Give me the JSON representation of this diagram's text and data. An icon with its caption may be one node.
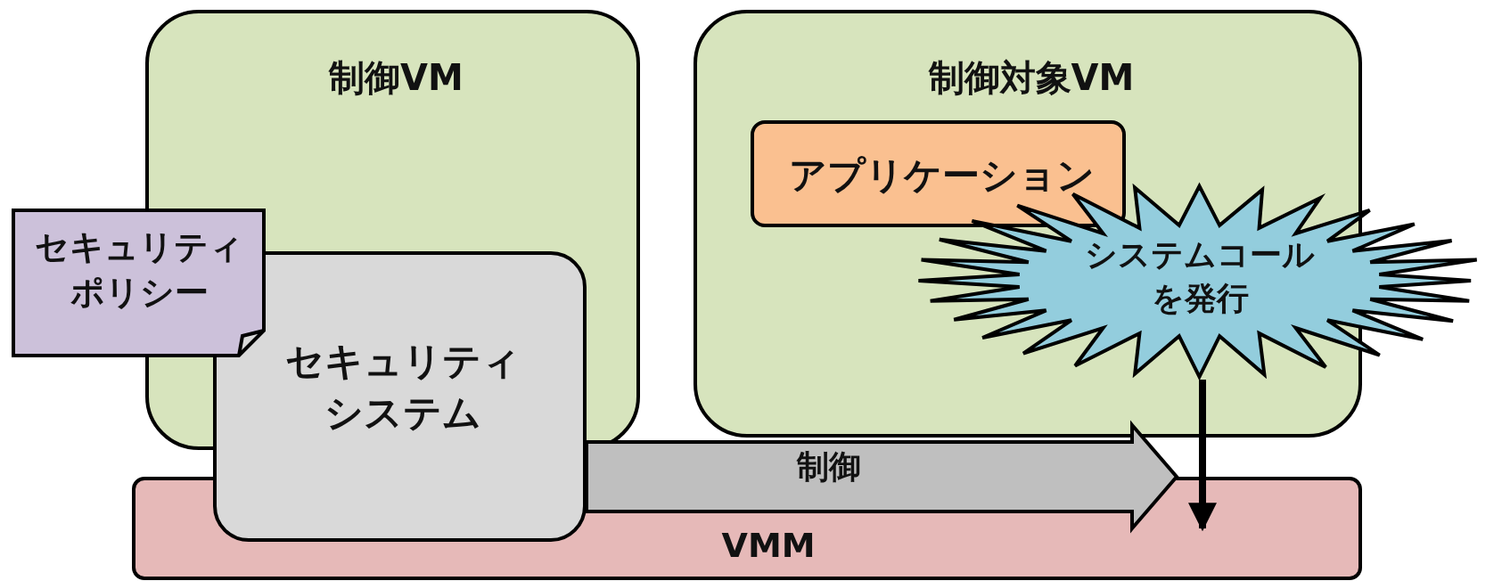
{
  "diagram": {
    "nodes": [
      {
        "text": [
          "制御VM"
        ]
      },
      {
        "text": [
          "制御対象VM"
        ]
      },
      {
        "text": [
          "アプリケーション"
        ],
        "in": 1
      },
      {
        "text": [
          "セキュリティポリシー"
        ]
      },
      {
        "text": [
          "セキュリティシステム"
        ]
      },
      {
        "text": [
          "システムコールを発行"
        ]
      },
      {
        "text": [
          "VMM"
        ]
      }
    ],
    "edges": [
      {
        "from": 4,
        "to": null,
        "arrow": "to",
        "label": "制御",
        "style": "thick",
        "color": "#bfbfbf"
      },
      {
        "from": 5,
        "to": 6,
        "arrow": "to"
      }
    ]
  }
}
